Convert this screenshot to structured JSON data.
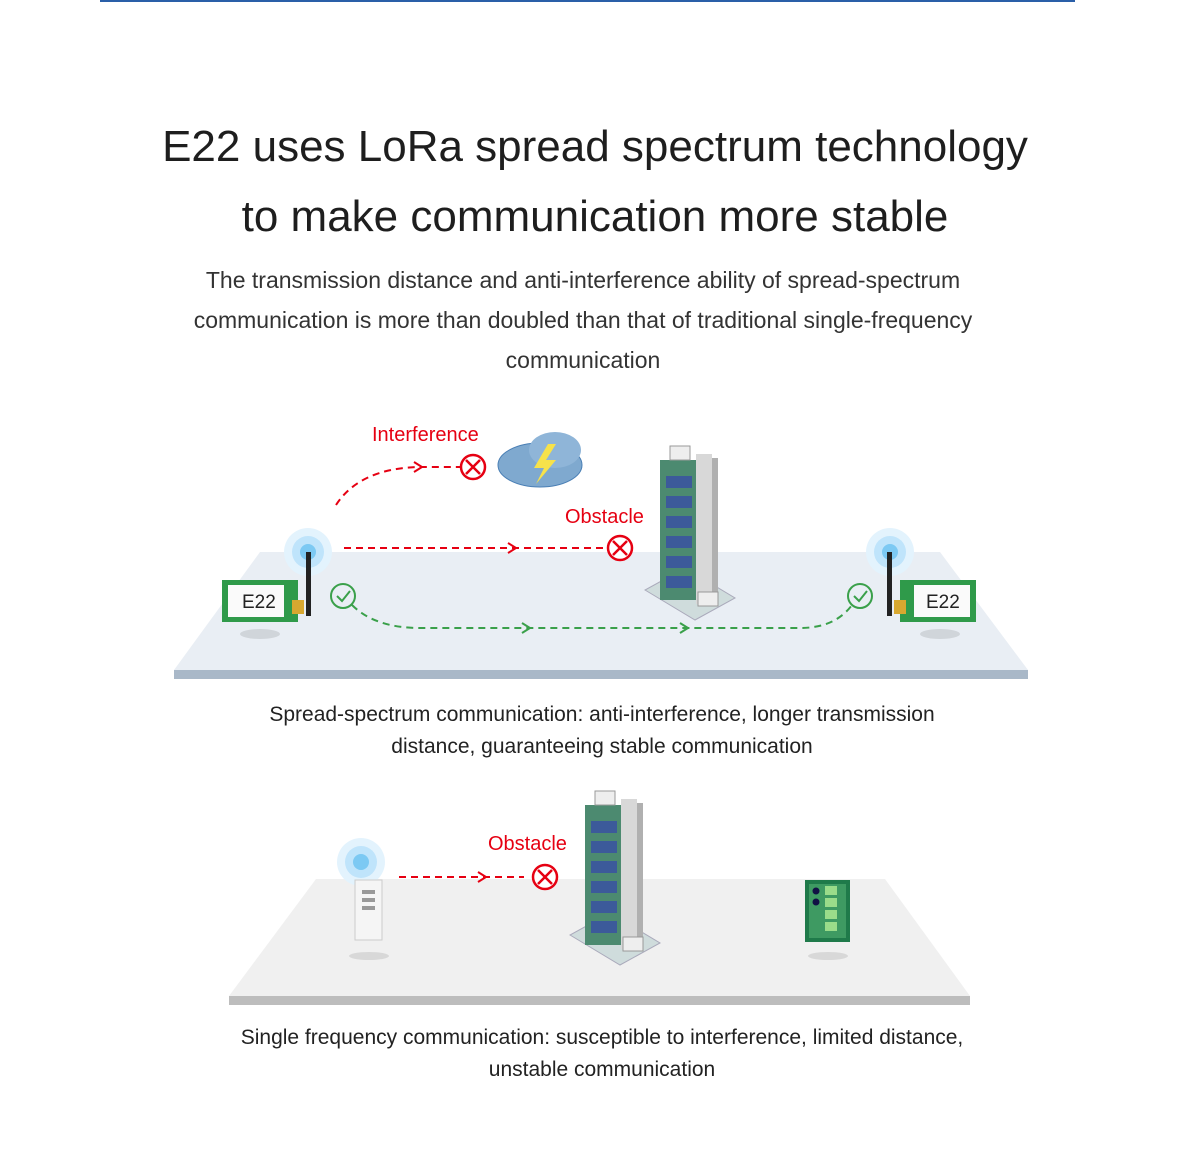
{
  "header": {
    "title_line1": "E22 uses LoRa spread spectrum technology",
    "title_line2": "to make communication more stable",
    "subtitle": "The transmission distance and anti-interference ability of spread-spectrum communication is more than doubled than that of traditional single-frequency communication"
  },
  "diagram_spread": {
    "interference_label": "Interference",
    "obstacle_label": "Obstacle",
    "module_left_label": "E22",
    "module_right_label": "E22",
    "caption": "Spread-spectrum communication: anti-interference, longer transmission distance, guaranteeing stable communication"
  },
  "diagram_single": {
    "obstacle_label": "Obstacle",
    "caption": "Single frequency communication: susceptible to interference, limited distance, unstable communication"
  },
  "colors": {
    "accent": "#2a5fa8",
    "fail": "#e60012",
    "success": "#3aa04a",
    "module_green": "#2f9a4a"
  }
}
